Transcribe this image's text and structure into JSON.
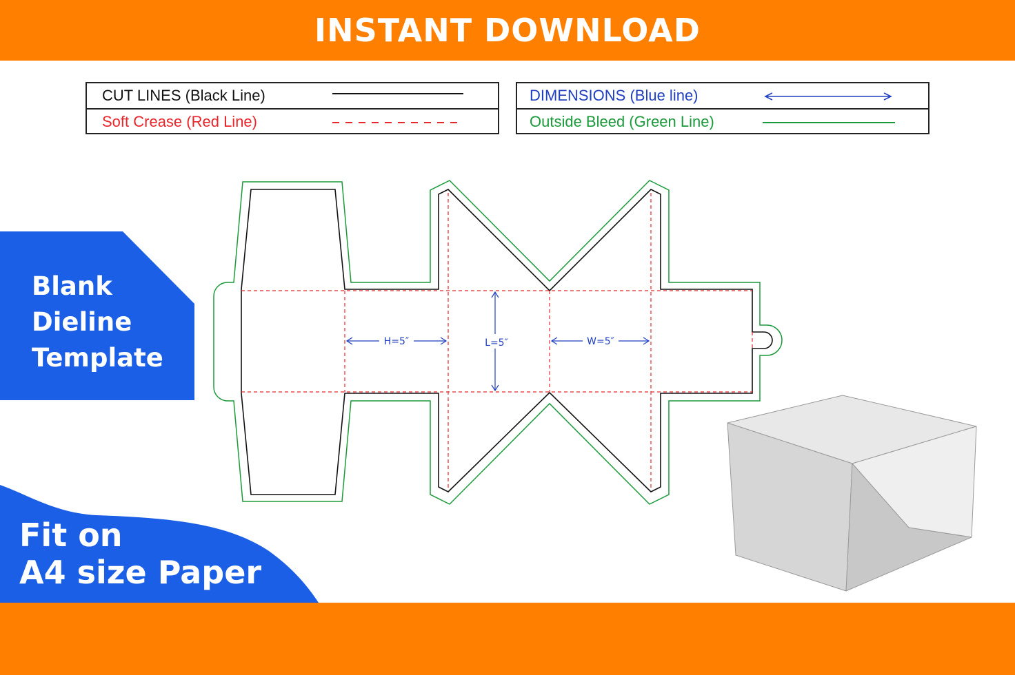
{
  "banner": {
    "title": "INSTANT DOWNLOAD",
    "color": "#ff7f00"
  },
  "legend": {
    "left": [
      {
        "label": "CUT LINES (Black Line)",
        "color": "#111111",
        "style": "solid"
      },
      {
        "label": "Soft Crease (Red Line)",
        "color": "#e8262b",
        "style": "dashed"
      }
    ],
    "right": [
      {
        "label": "DIMENSIONS (Blue line)",
        "color": "#1f3fbf",
        "style": "double-arrow"
      },
      {
        "label": "Outside Bleed (Green Line)",
        "color": "#1a9a3a",
        "style": "solid"
      }
    ]
  },
  "badge": {
    "lines": [
      "Blank",
      "Dieline",
      "Template"
    ],
    "color": "#1a5fe6"
  },
  "paper_note": {
    "lines": [
      "Fit on",
      "A4 size Paper"
    ],
    "color": "#1a5fe6"
  },
  "dieline": {
    "cut_color": "#111111",
    "crease_color": "#e8262b",
    "bleed_color": "#1a9a3a",
    "dimension_color": "#1f3fbf",
    "dimensions": {
      "height": "H=5″",
      "length": "L=5″",
      "width": "W=5″"
    }
  },
  "box_preview": {
    "face_colors": [
      "#e8e8e8",
      "#d6d6d6",
      "#efefef",
      "#c8c8c8"
    ],
    "edge_color": "#9a9a9a"
  }
}
